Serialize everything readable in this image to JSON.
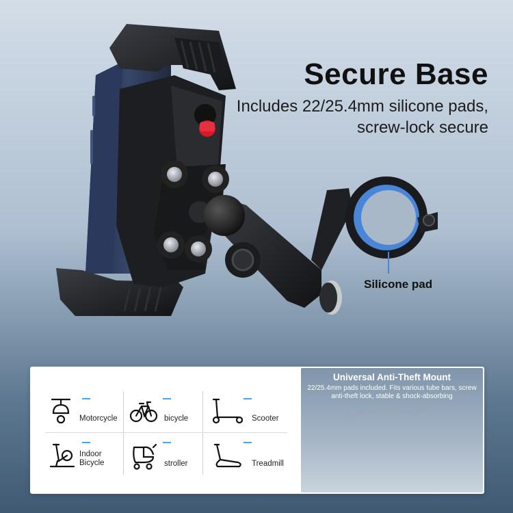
{
  "headline": {
    "title": "Secure Base",
    "subtitle": "Includes 22/25.4mm silicone pads, screw-lock secure"
  },
  "callout": {
    "silicone_pad": "Silicone pad"
  },
  "vehicles": [
    {
      "label": "Motorcycle",
      "icon": "motorcycle-icon"
    },
    {
      "label": "bicycle",
      "icon": "bicycle-icon"
    },
    {
      "label": "Scooter",
      "icon": "scooter-icon"
    },
    {
      "label": "Indoor\nBicycle",
      "icon": "indoor-bicycle-icon"
    },
    {
      "label": "stroller",
      "icon": "stroller-icon"
    },
    {
      "label": "Treadmill",
      "icon": "treadmill-icon"
    }
  ],
  "feature": {
    "title": "Universal Anti-Theft Mount",
    "description": "22/25.4mm pads included. Fits various tube bars, screw anti-theft lock, stable & shock-absorbing",
    "pad_labels": [
      "22 mm",
      "25.4mm"
    ]
  },
  "colors": {
    "accent_blue": "#4a86d8",
    "red_knob": "#d8192a",
    "dash_blue": "#4aa3e6"
  }
}
